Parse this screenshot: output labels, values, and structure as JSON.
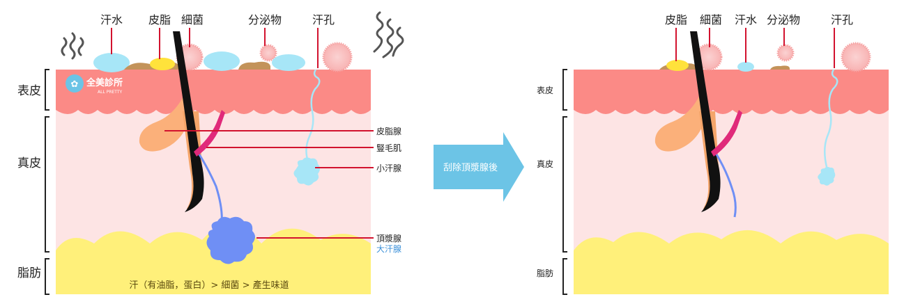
{
  "left": {
    "top_labels": {
      "sweat": "汗水",
      "sebum": "皮脂",
      "bacteria": "細菌",
      "secretion": "分泌物",
      "pore": "汗孔"
    },
    "layers": {
      "epidermis": "表皮",
      "dermis": "真皮",
      "fat": "脂肪"
    },
    "logo": {
      "name": "全美診所",
      "sub": "ALL PRETTY"
    },
    "side_labels": {
      "sebaceous": "皮脂腺",
      "arrector": "豎毛肌",
      "eccrine": "小汗腺",
      "apocrine": "頂漿腺",
      "apocrine_alt": "大汗腺"
    },
    "caption": "汗（有油脂，蛋白）> 細菌 > 產生味道"
  },
  "arrow_label": "刮除頂漿腺後",
  "right": {
    "top_labels": {
      "sebum": "皮脂",
      "bacteria": "細菌",
      "sweat": "汗水",
      "secretion": "分泌物",
      "pore": "汗孔"
    },
    "layers": {
      "epidermis": "表皮",
      "dermis": "真皮",
      "fat": "脂肪"
    }
  },
  "colors": {
    "epidermis": "#fb8a86",
    "dermis": "#fde4e4",
    "fat": "#fff07a",
    "sebaceous": "#fbb07a",
    "muscle": "#e02a7a",
    "sweat_drop": "#a7e6f7",
    "apocrine_gland": "#6f8ff5",
    "arrow": "#6cc4e6",
    "pointer": "#d2122e"
  }
}
